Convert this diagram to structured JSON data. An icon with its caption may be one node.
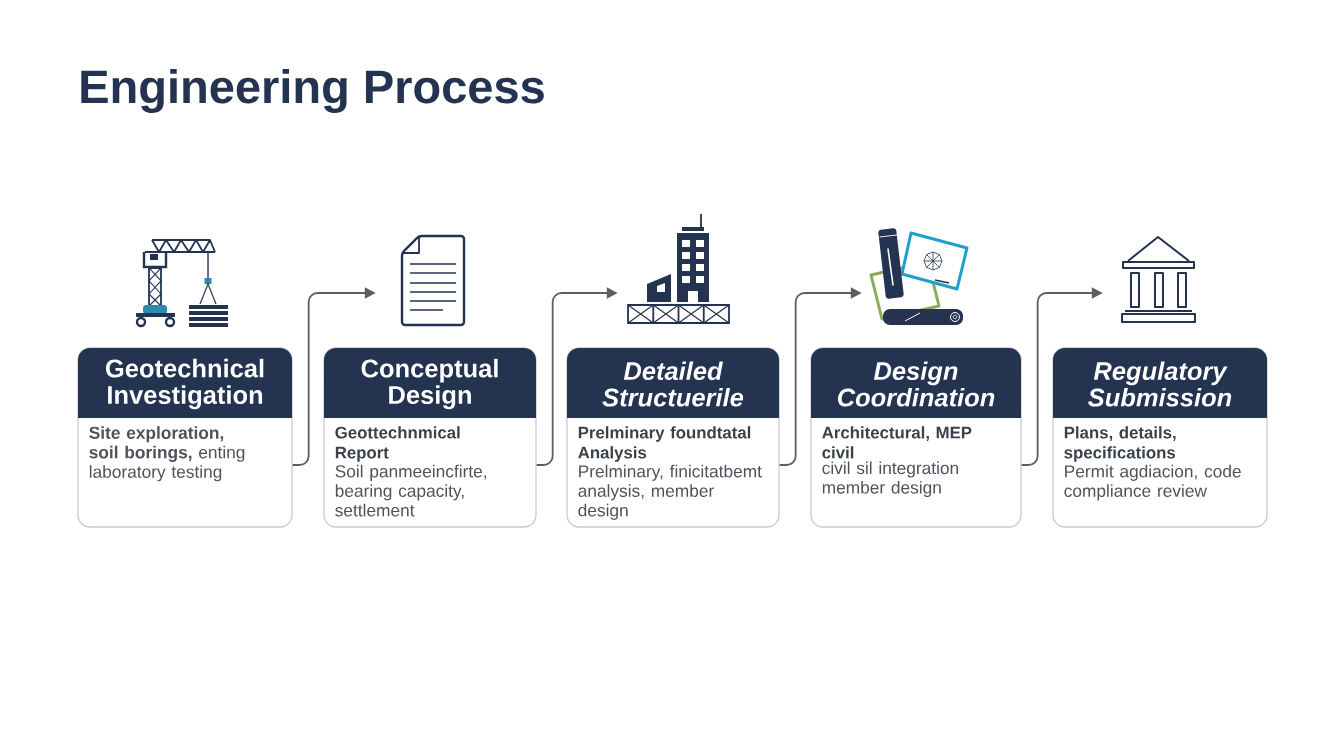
{
  "diagram": {
    "title": "Engineering Process",
    "nodes": [
      {
        "text": [],
        "shape": "picture"
      },
      {
        "text": [
          "Geotechnical Investigation",
          "**Site exploration, soil borings,** enting laboratory testing"
        ]
      },
      {
        "text": [],
        "shape": "picture"
      },
      {
        "text": [
          "Conceptual Design",
          "Geottechnmical Report",
          "Soil panmeeincfirte, bearing capacity, settlement"
        ]
      },
      {
        "text": [],
        "shape": "picture"
      },
      {
        "text": [
          "Detailed Structuerile",
          "Prelminary foundtatal Analysis",
          "Prelminary, finicitatbemt analysis, member design"
        ]
      },
      {
        "text": [],
        "shape": "picture"
      },
      {
        "text": [
          "Design Coordination",
          "Architectural, MEP civil",
          "civil sil integration member design"
        ]
      },
      {
        "text": [],
        "shape": "picture"
      },
      {
        "text": [
          "Regulatory Submission",
          "Plans, details, specifications",
          "Permit agdiacion, code compliance review"
        ]
      }
    ],
    "edges": [
      {
        "from": 1,
        "to": 2,
        "arrow": "to"
      },
      {
        "from": 3,
        "to": 4,
        "arrow": "to"
      },
      {
        "from": 5,
        "to": 6,
        "arrow": "to"
      },
      {
        "from": 7,
        "to": 8,
        "arrow": "to"
      }
    ]
  }
}
